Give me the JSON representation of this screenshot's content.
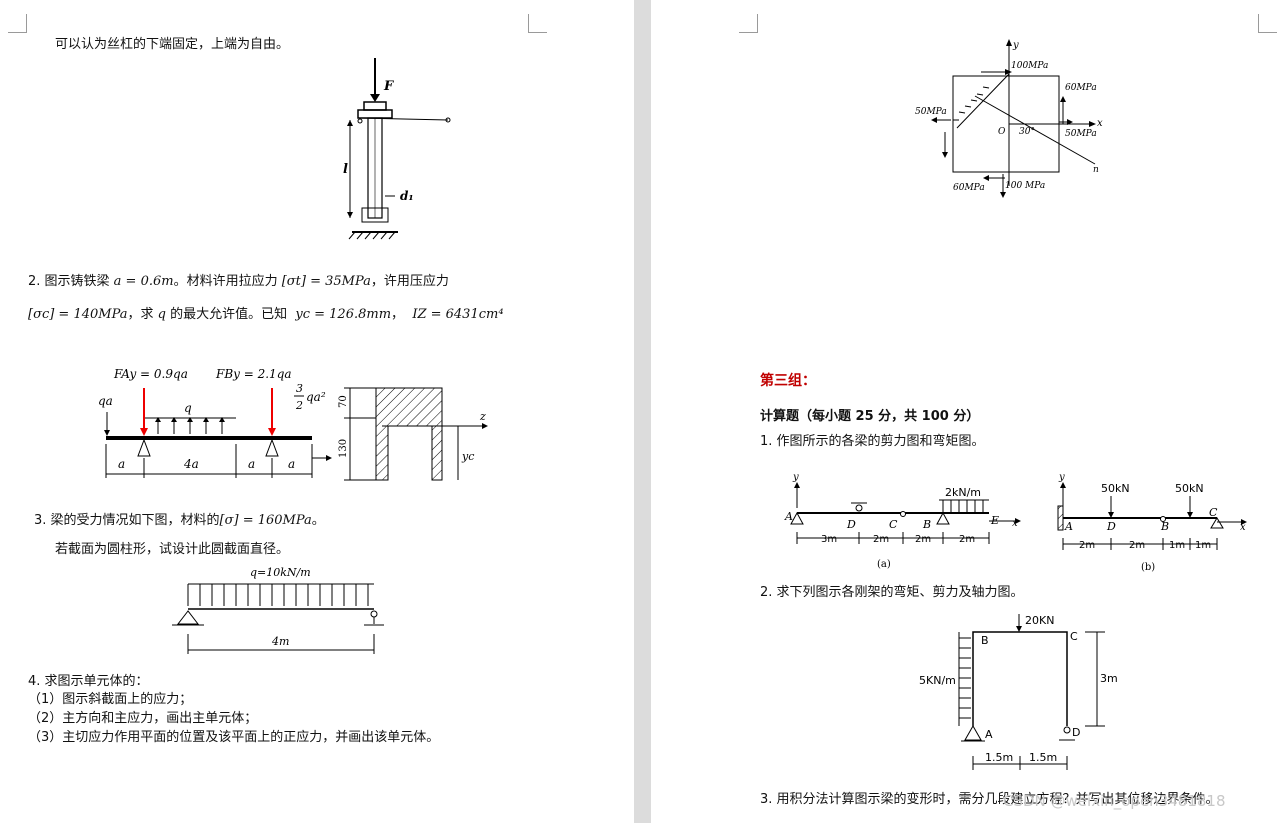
{
  "left": {
    "intro": "可以认为丝杠的下端固定，上端为自由。",
    "fig1": {
      "F": "F",
      "l": "l",
      "d": "d₁"
    },
    "p2": {
      "line1_pre": "2. 图示铸铁梁 ",
      "a_eq": "a = 0.6m",
      "line1_mid": "。材料许用拉应力 ",
      "st": "[σt] = 35MPa",
      "line1_post": "，许用压应力",
      "sc": "[σc] = 140MPa",
      "line2_mid": "，求 ",
      "q": "q",
      "line2_post": " 的最大允许值。已知",
      "yc": "yc = 126.8mm",
      "comma": "，",
      "iz": "IZ = 6431cm⁴"
    },
    "fig2": {
      "fa": "FAy = 0.9qa",
      "fb": "FBy = 2.1qa",
      "qa": "qa",
      "q": "q",
      "m_frac_num": "3",
      "m_frac_den": "2",
      "m_rest": "qa²",
      "d1": "a",
      "d2": "4a",
      "d3": "a",
      "d4": "a",
      "h70": "70",
      "h130": "130",
      "z": "z",
      "yc": "yc"
    },
    "p3": {
      "pre": "3. 梁的受力情况如下图，材料的",
      "eq": "[σ] = 160MPa",
      "post": "。",
      "line2": "若截面为圆柱形，试设计此圆截面直径。"
    },
    "fig3": {
      "q": "q=10kN/m",
      "len": "4m"
    },
    "p4": {
      "title": "4. 求图示单元体的：",
      "items": [
        "（1）图示斜截面上的应力；",
        "（2）主方向和主应力，画出主单元体；",
        "（3）主切应力作用平面的位置及该平面上的正应力，并画出该单元体。"
      ]
    }
  },
  "right": {
    "fig4": {
      "y": "y",
      "x": "x",
      "n": "n",
      "o": "O",
      "ang": "30°",
      "s100t": "100MPa",
      "s60r": "60MPa",
      "s50l": "50MPa",
      "s50r": "50MPa",
      "s60b": "60MPa",
      "s100b": "100 MPa"
    },
    "group": "第三组：",
    "calc": "计算题（每小题 25 分，共 100 分）",
    "q1": "1. 作图所示的各梁的剪力图和弯矩图。",
    "fig5a": {
      "y": "y",
      "A": "A",
      "D": "D",
      "C": "C",
      "B": "B",
      "E": "E",
      "x": "x",
      "load": "2kN/m",
      "d1": "3m",
      "d2": "2m",
      "d3": "2m",
      "d4": "2m",
      "cap": "(a)"
    },
    "fig5b": {
      "y": "y",
      "A": "A",
      "D": "D",
      "B": "B",
      "C": "C",
      "x": "x",
      "p1": "50kN",
      "p2": "50kN",
      "d1": "2m",
      "d2": "2m",
      "d3": "1m",
      "d4": "1m",
      "cap": "(b)"
    },
    "q2": "2. 求下列图示各刚架的弯矩、剪力及轴力图。",
    "fig6": {
      "top": "20KN",
      "B": "B",
      "C": "C",
      "A": "A",
      "D": "D",
      "side": "5KN/m",
      "h": "3m",
      "w1": "1.5m",
      "w2": "1.5m"
    },
    "q3": "3. 用积分法计算图示梁的变形时，需分几段建立方程？并写出其位移边界条件。",
    "watermark": "CSDN @weixin_open3481818"
  },
  "colors": {
    "red": "#c00000",
    "page": "#ffffff",
    "gap": "#dcdcdc"
  }
}
